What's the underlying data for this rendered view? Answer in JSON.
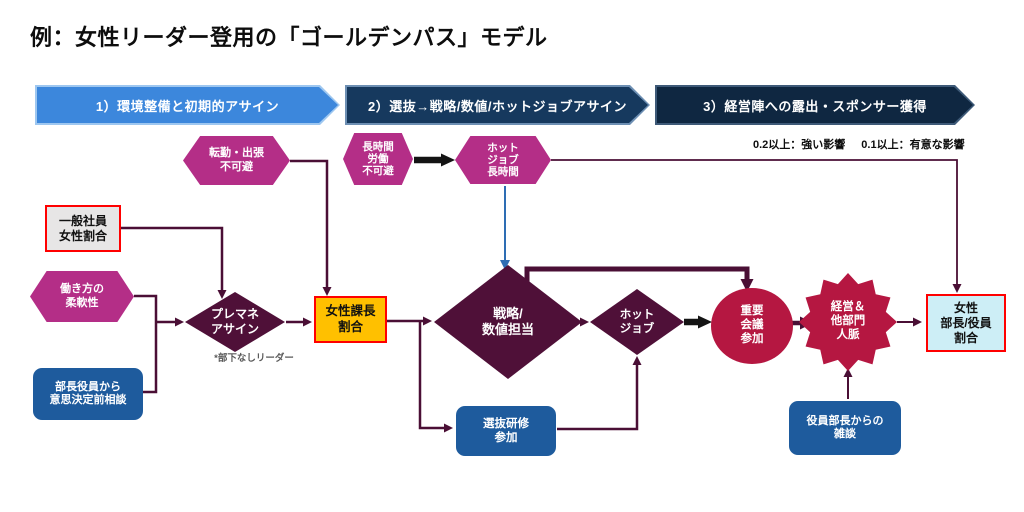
{
  "title": "例：女性リーダー登用の「ゴールデンパス」モデル",
  "legend": {
    "strong": "0.2以上：強い影響",
    "significant": "0.1以上：有意な影響"
  },
  "phases": [
    {
      "label": "1）環境整備と初期的アサイン"
    },
    {
      "label": "2）選抜→戦略/数値/ホットジョブアサイン"
    },
    {
      "label": "3）経営陣への露出・スポンサー獲得"
    }
  ],
  "nodes": {
    "relocation": {
      "label": "転勤・出張\n不可避",
      "shape": "hexagon"
    },
    "overtime": {
      "label": "長時間\n労働\n不可避",
      "shape": "hexagon"
    },
    "hotjob_hours": {
      "label": "ホット\nジョブ\n長時間",
      "shape": "hexagon"
    },
    "flexibility": {
      "label": "働き方の\n柔軟性",
      "shape": "hexagon"
    },
    "general_staff_ratio": {
      "label": "一般社員\n女性割合",
      "shape": "box"
    },
    "pre_decision_consult": {
      "label": "部長役員から\n意思決定前相談",
      "shape": "rounded"
    },
    "pre_manager_assign": {
      "label": "プレマネ\nアサイン",
      "shape": "diamond",
      "note": "*部下なしリーダー"
    },
    "female_manager_ratio": {
      "label": "女性課長\n割合",
      "shape": "box"
    },
    "strategy_numbers": {
      "label": "戦略/\n数値担当",
      "shape": "diamond"
    },
    "selective_training": {
      "label": "選抜研修\n参加",
      "shape": "rounded"
    },
    "hot_job": {
      "label": "ホット\nジョブ",
      "shape": "diamond"
    },
    "key_meetings": {
      "label": "重要\n会議\n参加",
      "shape": "circle"
    },
    "exec_network": {
      "label": "経営＆\n他部門\n人脈",
      "shape": "starburst"
    },
    "exec_small_talk": {
      "label": "役員部長からの\n雑談",
      "shape": "rounded"
    },
    "female_director_ratio": {
      "label": "女性\n部長/役員\n割合",
      "shape": "box"
    }
  },
  "colors": {
    "phase1_blue": "#3c87dc",
    "phase2_navy": "#16395e",
    "phase3_dark_navy": "#0f2741",
    "hexagon_magenta": "#b42e87",
    "diamond_plum": "#4f1038",
    "crimson": "#b51741",
    "box_blue": "#1e5b9d",
    "highlight_yellow": "#ffc000",
    "highlight_gray": "#e7e6e6",
    "highlight_cyan": "#cdeef6",
    "highlight_border_red": "#ff0000",
    "connector_maroon": "#4a0f35",
    "connector_blue": "#2e6db4",
    "connector_black": "#141414"
  }
}
